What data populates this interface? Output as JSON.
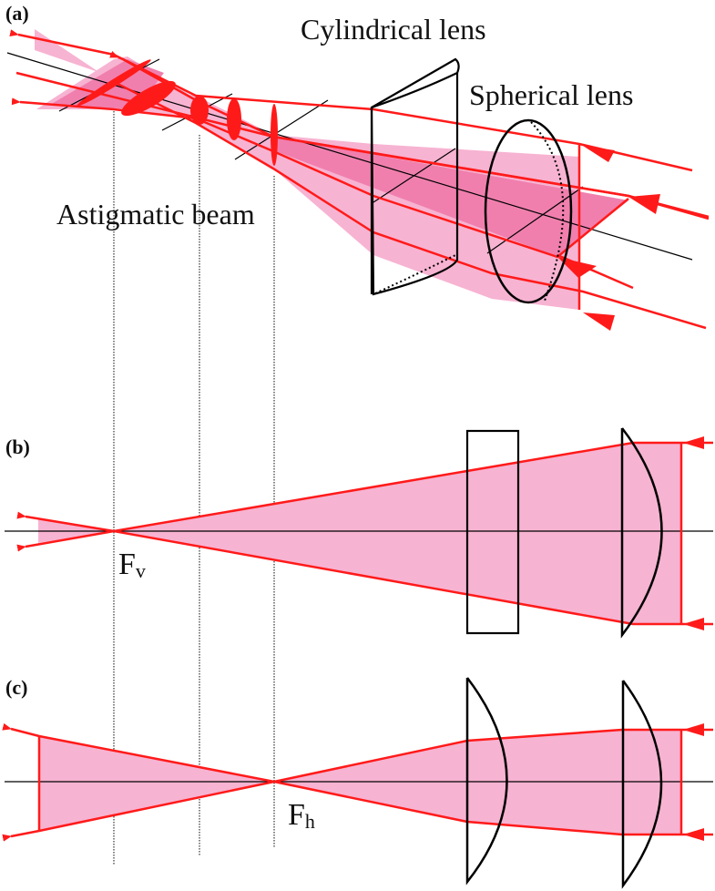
{
  "colors": {
    "beam_fill": "#f7b3d2",
    "beam_fill_dark": "#f07fae",
    "ray": "#ff1a1a",
    "optics": "#000000",
    "guide": "#333333"
  },
  "panel_a": {
    "tag": "(a)",
    "cylindrical_label": "Cylindrical lens",
    "spherical_label": "Spherical lens",
    "beam_label": "Astigmatic beam"
  },
  "panel_b": {
    "tag": "(b)",
    "focus_main": "F",
    "focus_sub": "v"
  },
  "panel_c": {
    "tag": "(c)",
    "focus_main": "F",
    "focus_sub": "h"
  }
}
